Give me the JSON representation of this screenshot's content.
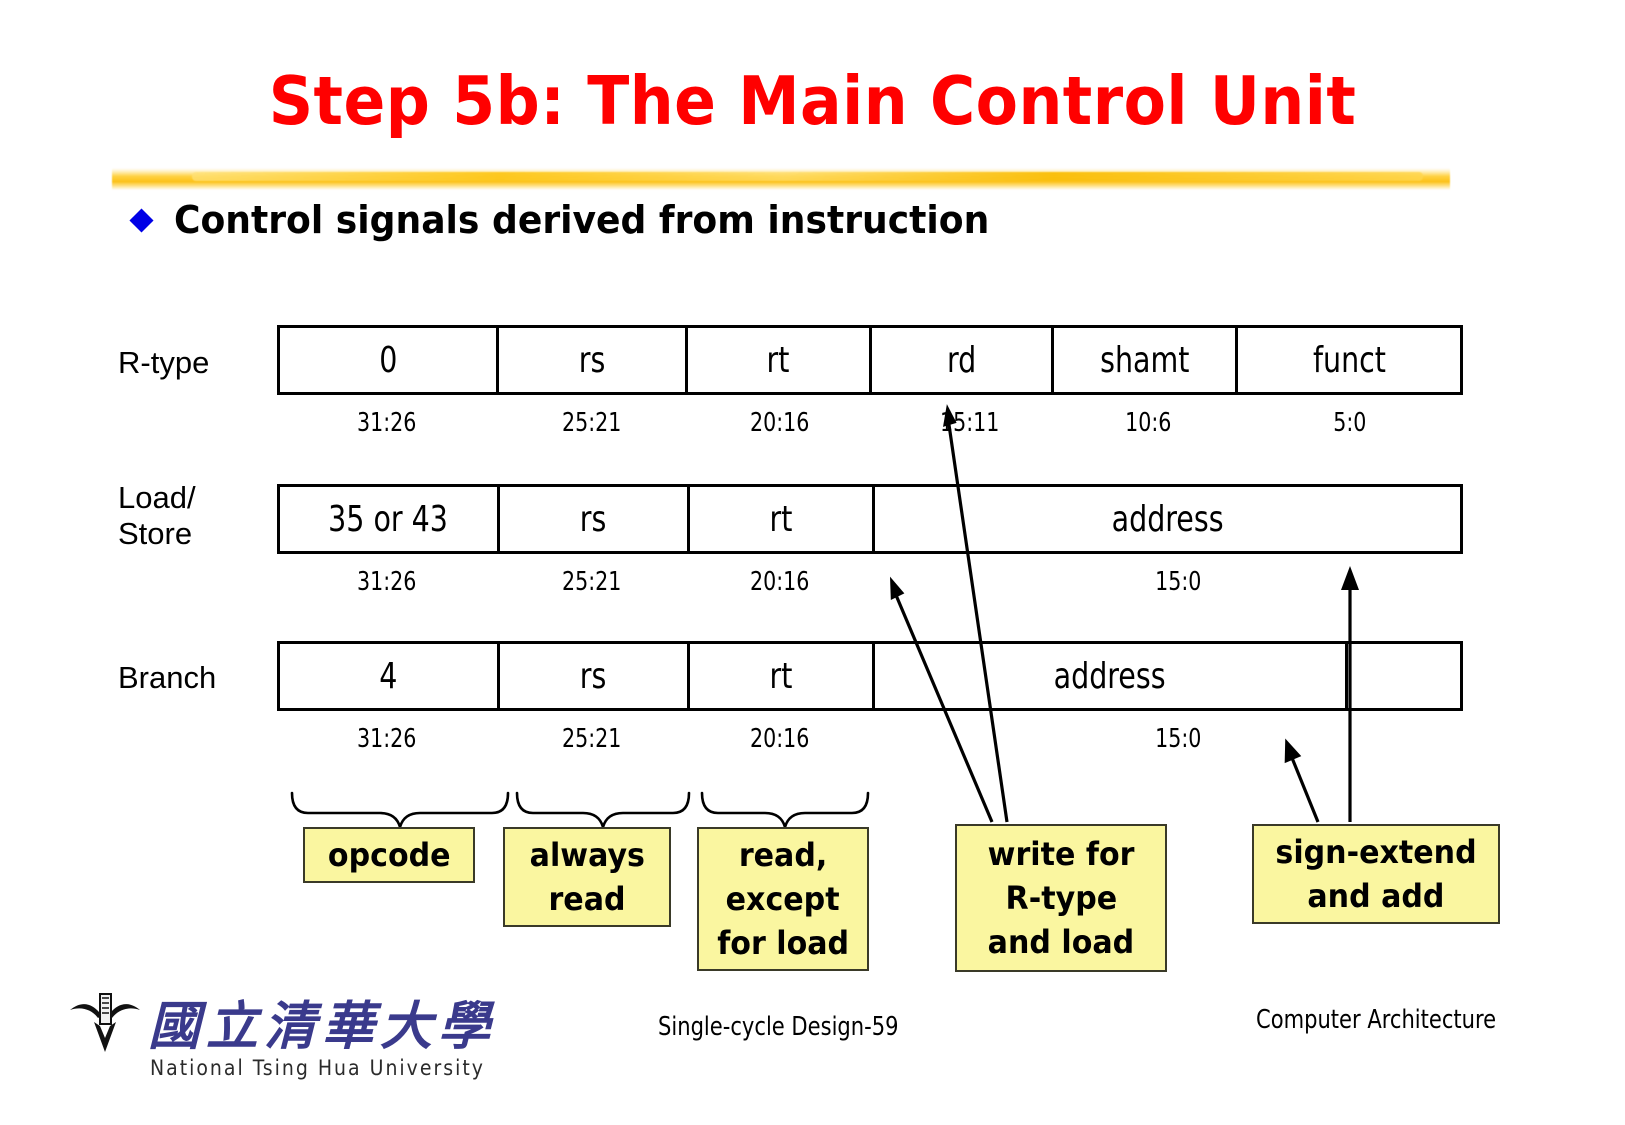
{
  "slide": {
    "title": "Step 5b: The Main Control Unit",
    "bullet": "Control signals derived from instruction",
    "bullet_marker": "diamond-bullet",
    "accent_color": "#FF0000",
    "rule_color": "#FCC118",
    "bullet_color": "#0000E6",
    "callout_fill": "#FAF6A0"
  },
  "formats": [
    {
      "label": "R-type",
      "cells": [
        "0",
        "rs",
        "rt",
        "rd",
        "shamt",
        "funct"
      ],
      "bits": [
        "31:26",
        "25:21",
        "20:16",
        "15:11",
        "10:6",
        "5:0"
      ]
    },
    {
      "label": "Load/\nStore",
      "label_line1": "Load/",
      "label_line2": "Store",
      "cells": [
        "35 or 43",
        "rs",
        "rt",
        "",
        "address"
      ],
      "bits": [
        "31:26",
        "25:21",
        "20:16",
        "15:0"
      ]
    },
    {
      "label": "Branch",
      "cells": [
        "4",
        "rs",
        "rt",
        "",
        "address",
        ""
      ],
      "bits": [
        "31:26",
        "25:21",
        "20:16",
        "15:0"
      ]
    }
  ],
  "callouts": [
    {
      "id": "opcode",
      "lines": [
        "opcode"
      ]
    },
    {
      "id": "always-read",
      "lines": [
        "always",
        "read"
      ]
    },
    {
      "id": "read-except-for-load",
      "lines": [
        "read,",
        "except",
        "for load"
      ]
    },
    {
      "id": "write-for-r-type-and-load",
      "lines": [
        "write for",
        "R-type",
        "and load"
      ]
    },
    {
      "id": "sign-extend-and-add",
      "lines": [
        "sign-extend",
        "and add"
      ]
    }
  ],
  "footer": {
    "center": "Single-cycle Design-59",
    "right": "Computer Architecture",
    "logo_cn": "國立清華大學",
    "logo_en": "National Tsing Hua University"
  }
}
